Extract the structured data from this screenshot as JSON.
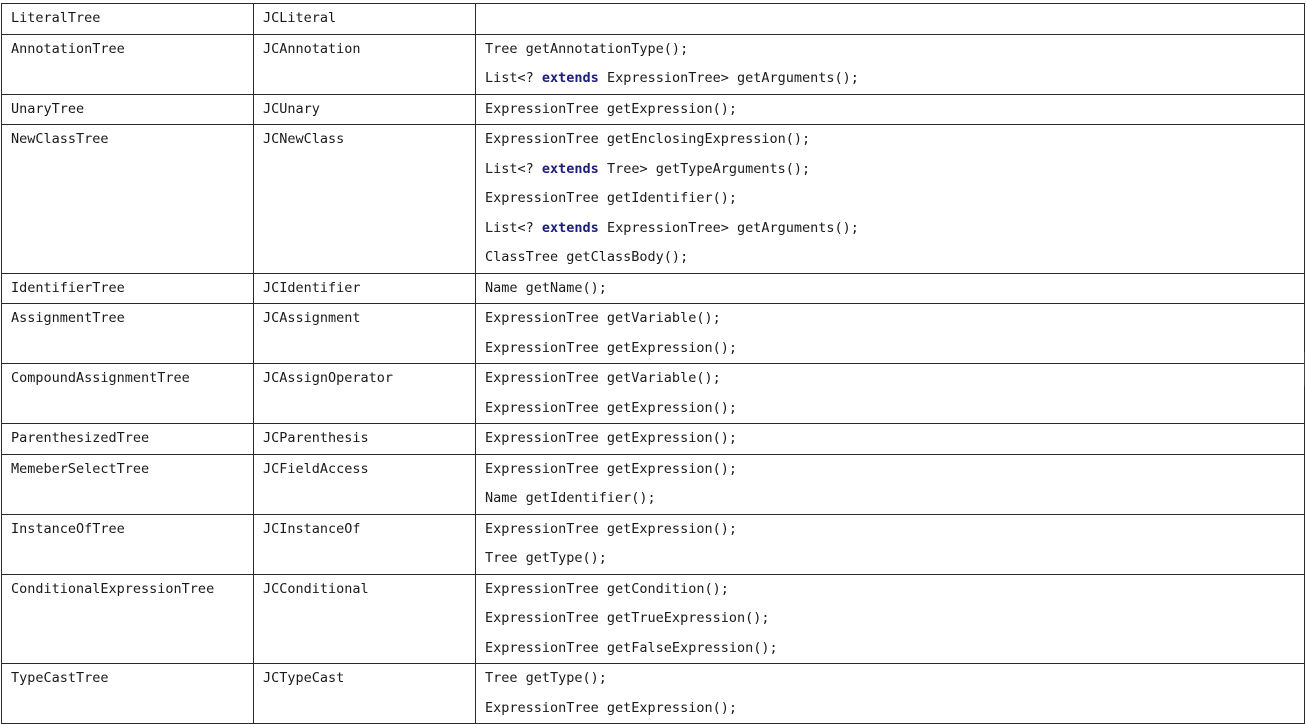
{
  "rows": [
    {
      "tree": "LiteralTree",
      "impl": "JCLiteral",
      "methods": []
    },
    {
      "tree": "AnnotationTree",
      "impl": "JCAnnotation",
      "methods": [
        {
          "pre": "Tree getAnnotationType();"
        },
        {
          "pre": "List<? ",
          "kw": "extends",
          "post": " ExpressionTree> getArguments();"
        }
      ]
    },
    {
      "tree": "UnaryTree",
      "impl": "JCUnary",
      "methods": [
        {
          "pre": "ExpressionTree getExpression();"
        }
      ]
    },
    {
      "tree": "NewClassTree",
      "impl": "JCNewClass",
      "methods": [
        {
          "pre": "ExpressionTree getEnclosingExpression();"
        },
        {
          "pre": "List<? ",
          "kw": "extends",
          "post": " Tree> getTypeArguments();"
        },
        {
          "pre": "ExpressionTree getIdentifier();"
        },
        {
          "pre": "List<? ",
          "kw": "extends",
          "post": " ExpressionTree> getArguments();"
        },
        {
          "pre": "ClassTree getClassBody();"
        }
      ]
    },
    {
      "tree": "IdentifierTree",
      "impl": "JCIdentifier",
      "methods": [
        {
          "pre": "Name getName();"
        }
      ]
    },
    {
      "tree": "AssignmentTree",
      "impl": "JCAssignment",
      "methods": [
        {
          "pre": "ExpressionTree getVariable();"
        },
        {
          "pre": "ExpressionTree getExpression();"
        }
      ]
    },
    {
      "tree": "CompoundAssignmentTree",
      "impl": "JCAssignOperator",
      "methods": [
        {
          "pre": "ExpressionTree getVariable();"
        },
        {
          "pre": "ExpressionTree getExpression();"
        }
      ]
    },
    {
      "tree": "ParenthesizedTree",
      "impl": "JCParenthesis",
      "methods": [
        {
          "pre": "ExpressionTree getExpression();"
        }
      ]
    },
    {
      "tree": "MemeberSelectTree",
      "impl": "JCFieldAccess",
      "methods": [
        {
          "pre": "ExpressionTree getExpression();"
        },
        {
          "pre": "Name getIdentifier();"
        }
      ]
    },
    {
      "tree": "InstanceOfTree",
      "impl": "JCInstanceOf",
      "methods": [
        {
          "pre": "ExpressionTree getExpression();"
        },
        {
          "pre": "Tree getType();"
        }
      ]
    },
    {
      "tree": "ConditionalExpressionTree",
      "impl": "JCConditional",
      "methods": [
        {
          "pre": "ExpressionTree getCondition();"
        },
        {
          "pre": "ExpressionTree getTrueExpression();"
        },
        {
          "pre": "ExpressionTree getFalseExpression();"
        }
      ]
    },
    {
      "tree": "TypeCastTree",
      "impl": "JCTypeCast",
      "methods": [
        {
          "pre": "Tree getType();"
        },
        {
          "pre": "ExpressionTree getExpression();"
        }
      ]
    }
  ],
  "colors": {
    "keyword": "#1c1c7a",
    "border": "#2a2a2a",
    "text": "#1a1a1a"
  }
}
